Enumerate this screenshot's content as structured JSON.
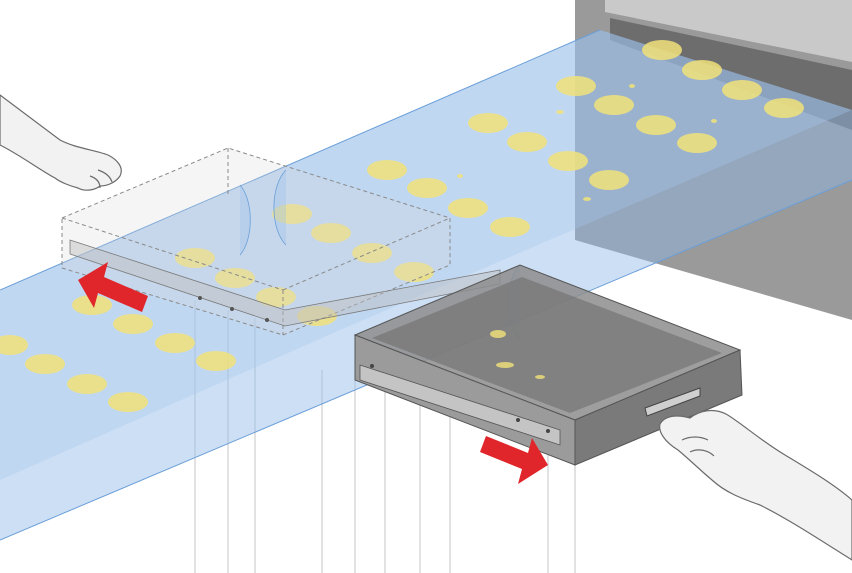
{
  "diagram": {
    "subject": "drawer-slide-through-light-beam",
    "colors": {
      "background": "#ffffff",
      "beam": "#8fb8e8",
      "beam_edge": "#6a9fd8",
      "spot": "#f1e27a",
      "arrow": "#e0262b",
      "cabinet": "#9a9a9a",
      "drawer_body": "#8d8d8d",
      "drawer_front": "#7a7a7a",
      "line": "#555555",
      "hand_fill": "#f2f2f2",
      "hand_stroke": "#6b6b6b"
    },
    "arrows": [
      {
        "name": "push-arrow",
        "direction": "left"
      },
      {
        "name": "pull-arrow",
        "direction": "right"
      }
    ],
    "hands": [
      "left-hand",
      "right-hand"
    ]
  }
}
